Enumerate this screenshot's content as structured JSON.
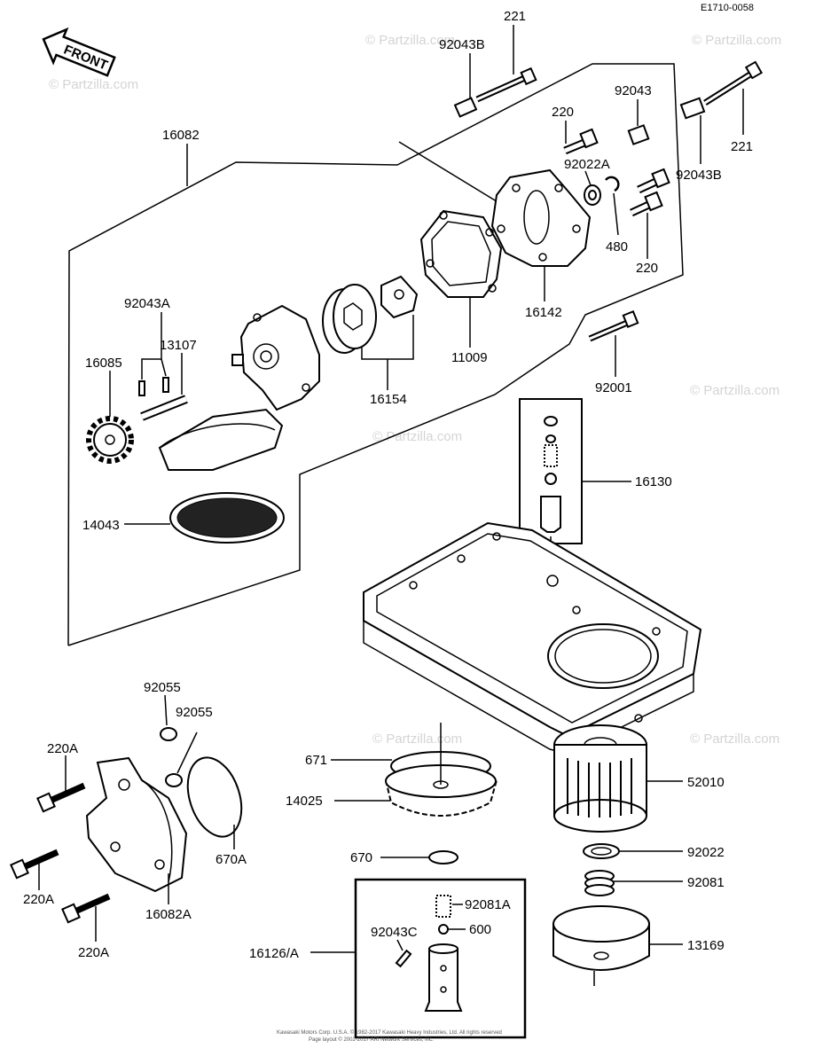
{
  "diagram_id": "E1710-0058",
  "front_label": "FRONT",
  "watermarks": [
    "© Partzilla.com",
    "© Partzilla.com",
    "© Partzilla.com",
    "© Partzilla.com",
    "© Partzilla.com",
    "© Partzilla.com",
    "© Partzilla.com"
  ],
  "copyright_lines": [
    "Kawasaki Motors Corp. U.S.A. © 1982-2017 Kawasaki Heavy Industries, Ltd. All rights reserved",
    "Page layout © 2002-2017 ARI Network Services, Inc."
  ],
  "callouts": {
    "p221_top": "221",
    "p92043B_top": "92043B",
    "p92043_right": "92043",
    "p16082": "16082",
    "p220_top": "220",
    "p92022A": "92022A",
    "p221_right": "221",
    "p92043B_right": "92043B",
    "p480": "480",
    "p220_right": "220",
    "p92043A": "92043A",
    "p13107": "13107",
    "p16085": "16085",
    "p16154": "16154",
    "p11009": "11009",
    "p16142": "16142",
    "p92001": "92001",
    "p16130": "16130",
    "p14043": "14043",
    "p92055_a": "92055",
    "p92055_b": "92055",
    "p220A_1": "220A",
    "p220A_2": "220A",
    "p220A_3": "220A",
    "p16082A": "16082A",
    "p670A": "670A",
    "p671": "671",
    "p14025": "14025",
    "p52010": "52010",
    "p670": "670",
    "p92022": "92022",
    "p92081": "92081",
    "p92081A": "92081A",
    "p600": "600",
    "p92043C": "92043C",
    "p16126A": "16126/A",
    "p13169": "13169"
  }
}
